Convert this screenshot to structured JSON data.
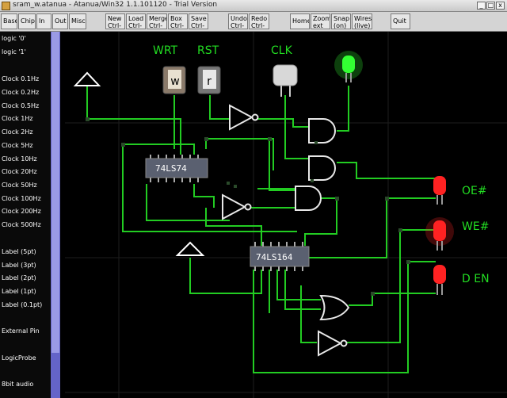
{
  "window": {
    "title": "sram_w.atanua - Atanua/Win32 1.1.101120 - Trial Version",
    "controls": [
      "_",
      "□",
      "x"
    ]
  },
  "toolbar": {
    "base": "Base",
    "chips": "Chips",
    "in": "In",
    "out": "Out",
    "misc": "Misc",
    "new": [
      "New",
      "Ctrl-N"
    ],
    "load": [
      "Load",
      "Ctrl-L"
    ],
    "merge": [
      "Merge",
      "Ctrl-M"
    ],
    "box": [
      "Box",
      "Ctrl-B"
    ],
    "save": [
      "Save",
      "Ctrl-S"
    ],
    "undo": [
      "Undo",
      "Ctrl-Z"
    ],
    "redo": [
      "Redo",
      "Ctrl-Y"
    ],
    "home": "Home",
    "zoom": [
      "Zoom",
      "ext"
    ],
    "snap": [
      "Snap",
      "(on)"
    ],
    "wires": [
      "Wires",
      "(live)"
    ],
    "quit": "Quit"
  },
  "palette": {
    "items": [
      "logic '0'",
      "logic '1'",
      "Clock 0.1Hz",
      "Clock 0.2Hz",
      "Clock 0.5Hz",
      "Clock 1Hz",
      "Clock 2Hz",
      "Clock 5Hz",
      "Clock 10Hz",
      "Clock 20Hz",
      "Clock 50Hz",
      "Clock 100Hz",
      "Clock 200Hz",
      "Clock 500Hz",
      "Label (5pt)",
      "Label (3pt)",
      "Label (2pt)",
      "Label (1pt)",
      "Label (0.1pt)",
      "External Pin",
      "LogicProbe",
      "8bit audio"
    ]
  },
  "circuit": {
    "labels": {
      "wrt": "WRT",
      "rst": "RST",
      "clk": "CLK",
      "oe": "OE#",
      "we": "WE#",
      "den": "D EN"
    },
    "keys": {
      "w": "w",
      "r": "r"
    },
    "chips": {
      "u1": "74LS74",
      "u2": "74LS164"
    }
  },
  "colors": {
    "wire": "#22cc22",
    "label": "#22dd22",
    "led_on_green": "#33ff33",
    "led_on_red": "#ff2222",
    "palette_scroll": "#6464c8"
  }
}
